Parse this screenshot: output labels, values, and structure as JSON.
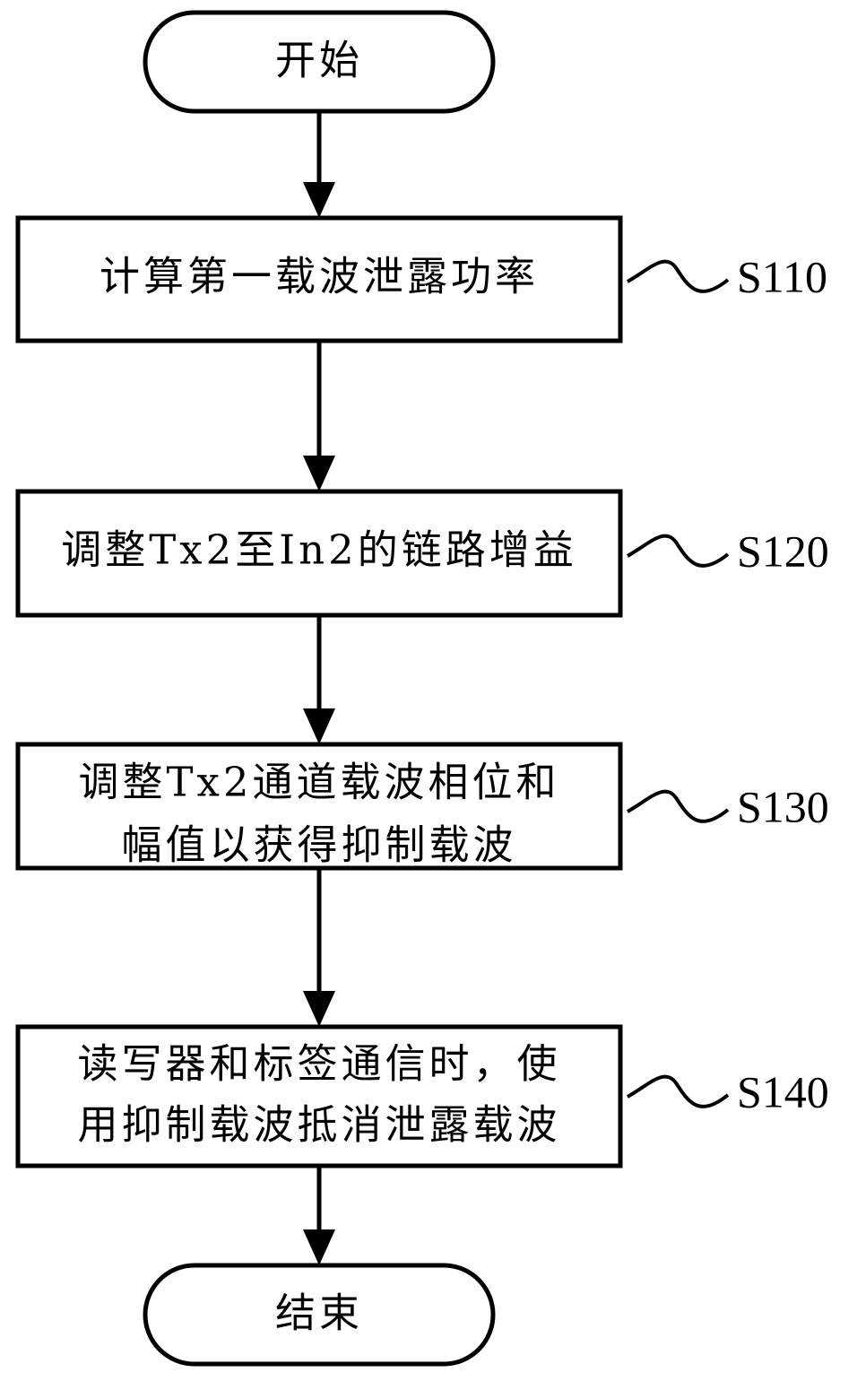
{
  "flowchart": {
    "start": {
      "label": "开始"
    },
    "steps": [
      {
        "id": "S110",
        "lines": [
          "计算第一载波泄露功率"
        ]
      },
      {
        "id": "S120",
        "lines": [
          "调整Tx2至In2的链路增益"
        ]
      },
      {
        "id": "S130",
        "lines": [
          "调整Tx2通道载波相位和",
          "幅值以获得抑制载波"
        ]
      },
      {
        "id": "S140",
        "lines": [
          "读写器和标签通信时，使",
          "用抑制载波抵消泄露载波"
        ]
      }
    ],
    "end": {
      "label": "结束"
    }
  }
}
